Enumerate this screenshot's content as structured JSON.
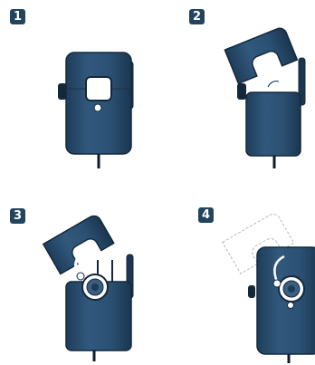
{
  "steps": [
    {
      "label": "1"
    },
    {
      "label": "2"
    },
    {
      "label": "3"
    },
    {
      "label": "4"
    }
  ],
  "colors": {
    "body": "#2c5275",
    "body_dark": "#1d3b57",
    "outline": "#14283c",
    "badge": "#23445f",
    "dashed": "#b8b8b8"
  }
}
